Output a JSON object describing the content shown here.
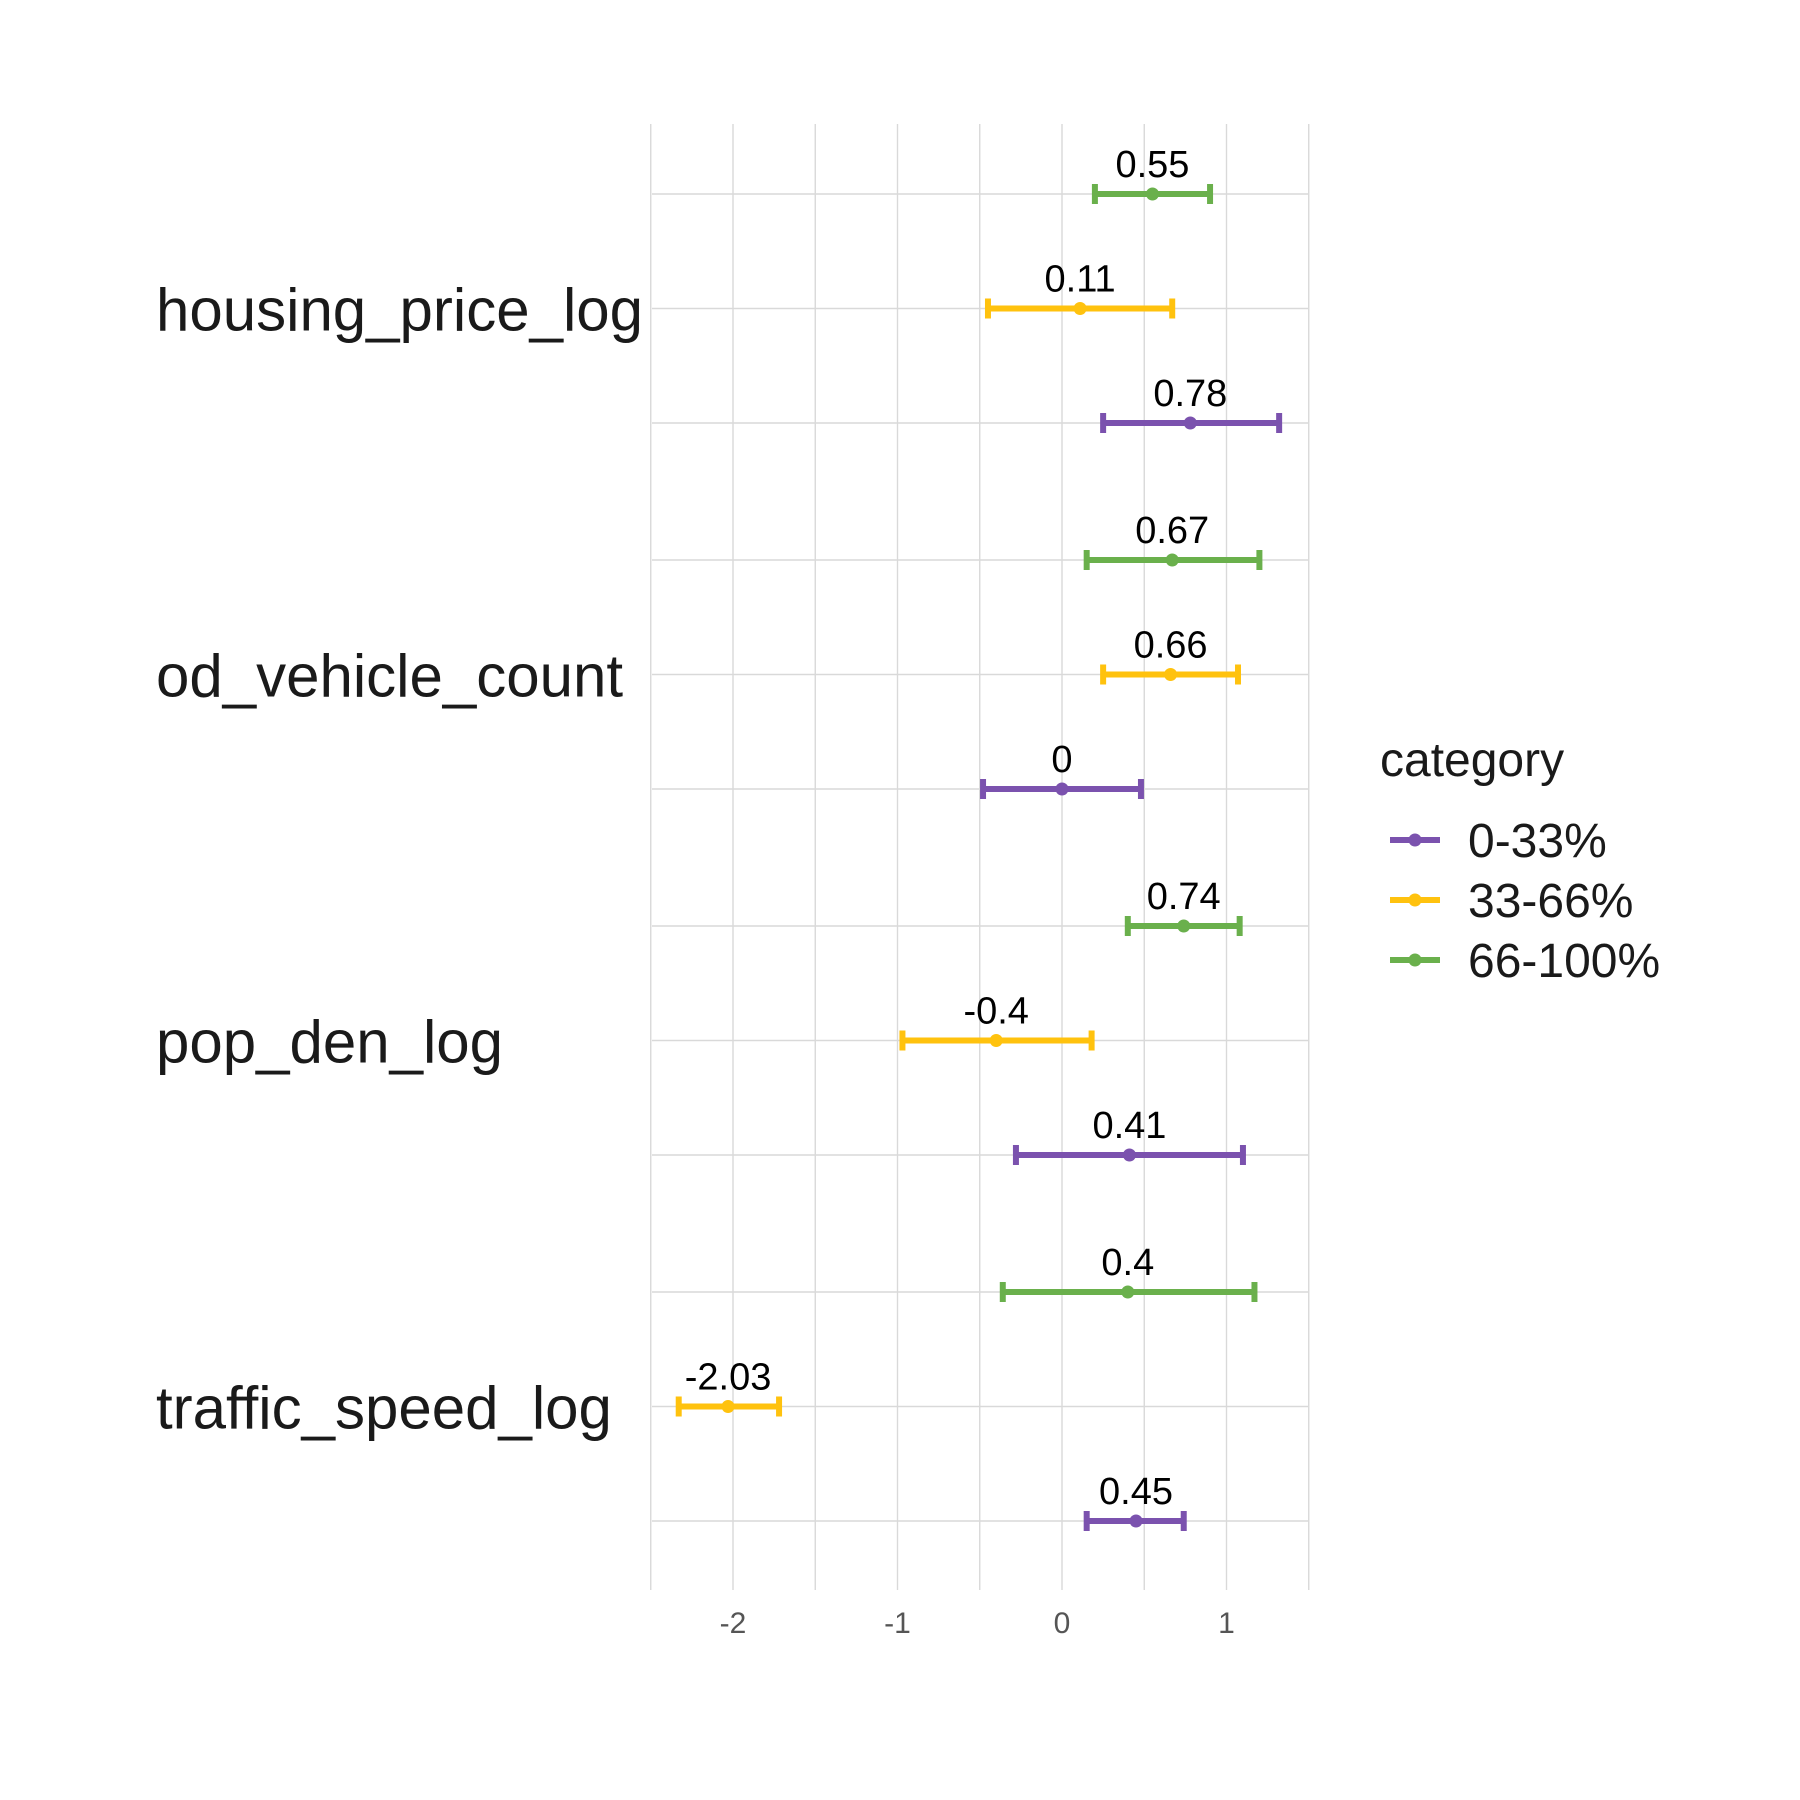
{
  "chart_data": {
    "type": "errorbar",
    "title": "",
    "xlabel": "",
    "ylabel": "",
    "xlim": [
      -2.5,
      1.5
    ],
    "x_ticks": [
      -2,
      -1,
      0,
      1
    ],
    "x_tick_labels": [
      "-2",
      "-1",
      "0",
      "1"
    ],
    "grid": true,
    "legend": {
      "title": "category",
      "position": "right"
    },
    "categories": [
      "housing_price_log",
      "od_vehicle_count",
      "pop_den_log",
      "traffic_speed_log"
    ],
    "series": [
      {
        "name": "0-33%",
        "color": "#7b52ae",
        "points": [
          {
            "category": "housing_price_log",
            "estimate": 0.78,
            "lower": 0.25,
            "upper": 1.32,
            "label": "0.78"
          },
          {
            "category": "od_vehicle_count",
            "estimate": 0.0,
            "lower": -0.48,
            "upper": 0.48,
            "label": "0"
          },
          {
            "category": "pop_den_log",
            "estimate": 0.41,
            "lower": -0.28,
            "upper": 1.1,
            "label": "0.41"
          },
          {
            "category": "traffic_speed_log",
            "estimate": 0.45,
            "lower": 0.15,
            "upper": 0.74,
            "label": "0.45"
          }
        ]
      },
      {
        "name": "33-66%",
        "color": "#ffc20e",
        "points": [
          {
            "category": "housing_price_log",
            "estimate": 0.11,
            "lower": -0.45,
            "upper": 0.67,
            "label": "0.11"
          },
          {
            "category": "od_vehicle_count",
            "estimate": 0.66,
            "lower": 0.25,
            "upper": 1.07,
            "label": "0.66"
          },
          {
            "category": "pop_den_log",
            "estimate": -0.4,
            "lower": -0.97,
            "upper": 0.18,
            "label": "-0.4"
          },
          {
            "category": "traffic_speed_log",
            "estimate": -2.03,
            "lower": -2.33,
            "upper": -1.72,
            "label": "-2.03"
          }
        ]
      },
      {
        "name": "66-100%",
        "color": "#6ab04c",
        "points": [
          {
            "category": "housing_price_log",
            "estimate": 0.55,
            "lower": 0.2,
            "upper": 0.9,
            "label": "0.55"
          },
          {
            "category": "od_vehicle_count",
            "estimate": 0.67,
            "lower": 0.15,
            "upper": 1.2,
            "label": "0.67"
          },
          {
            "category": "pop_den_log",
            "estimate": 0.74,
            "lower": 0.4,
            "upper": 1.08,
            "label": "0.74"
          },
          {
            "category": "traffic_speed_log",
            "estimate": 0.4,
            "lower": -0.36,
            "upper": 1.17,
            "label": "0.4"
          }
        ]
      }
    ]
  }
}
